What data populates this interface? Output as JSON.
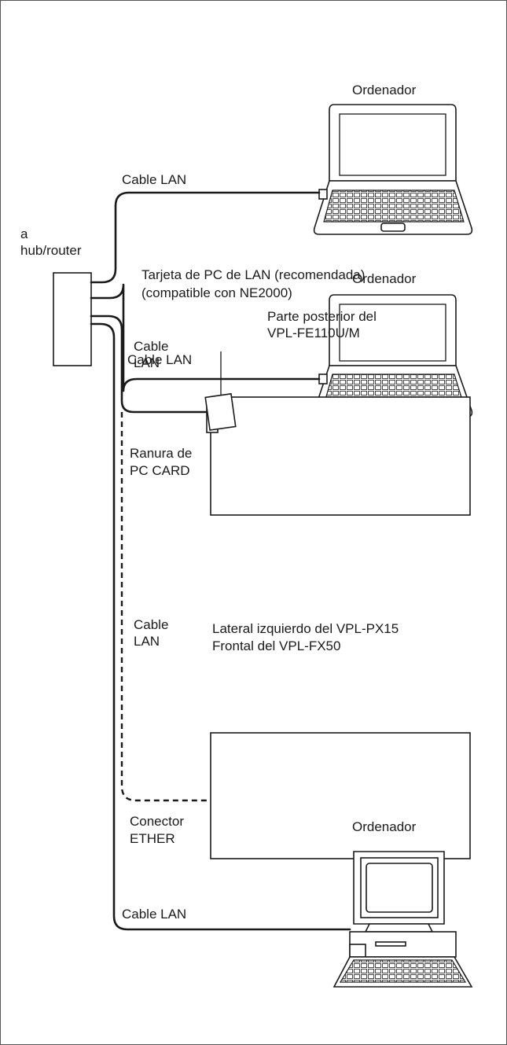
{
  "labels": {
    "computer_1": "Ordenador",
    "computer_2": "Ordenador",
    "computer_3": "Ordenador",
    "cable_1": "Cable LAN",
    "cable_2": "Cable LAN",
    "cable_3_l1": "Cable",
    "cable_3_l2": "LAN",
    "cable_4_l1": "Cable",
    "cable_4_l2": "LAN",
    "cable_5": "Cable LAN",
    "hub_l1": "a",
    "hub_l2": "hub/router",
    "lan_card_l1": "Tarjeta de PC de LAN (recomendada)",
    "lan_card_l2": "(compatible con NE2000)",
    "rear_l1": "Parte posterior del",
    "rear_l2": "VPL-FE110U/M",
    "slot_l1": "Ranura de",
    "slot_l2": "PC CARD",
    "side_l1": "Lateral izquierdo del VPL-PX15",
    "side_l2": "Frontal del VPL-FX50",
    "ether_l1": "Conector",
    "ether_l2": "ETHER"
  }
}
